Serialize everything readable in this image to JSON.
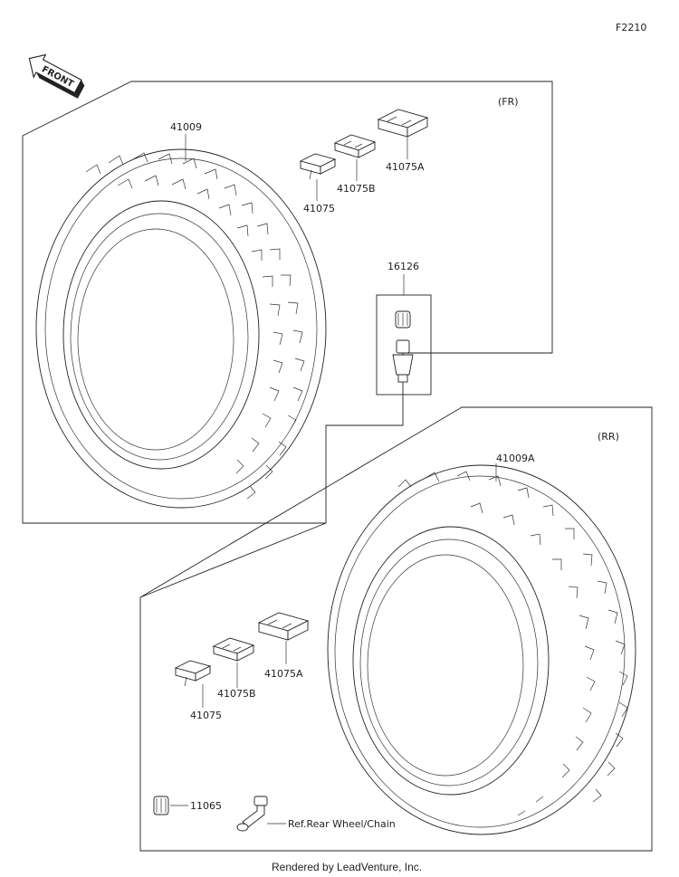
{
  "diagram_code": "F2210",
  "front_label": "FRONT",
  "sections": {
    "front": {
      "tag": "(FR)"
    },
    "rear": {
      "tag": "(RR)"
    }
  },
  "labels": {
    "tire_front": "41009",
    "tire_rear": "41009A",
    "valve": "16126",
    "cap": "11065",
    "weight_fr": "41075",
    "weight_fr_b": "41075B",
    "weight_fr_a": "41075A",
    "weight_rr": "41075",
    "weight_rr_b": "41075B",
    "weight_rr_a": "41075A",
    "ref_rear_wheel": "Ref.Rear Wheel/Chain"
  },
  "footer": "Rendered by LeadVenture, Inc."
}
